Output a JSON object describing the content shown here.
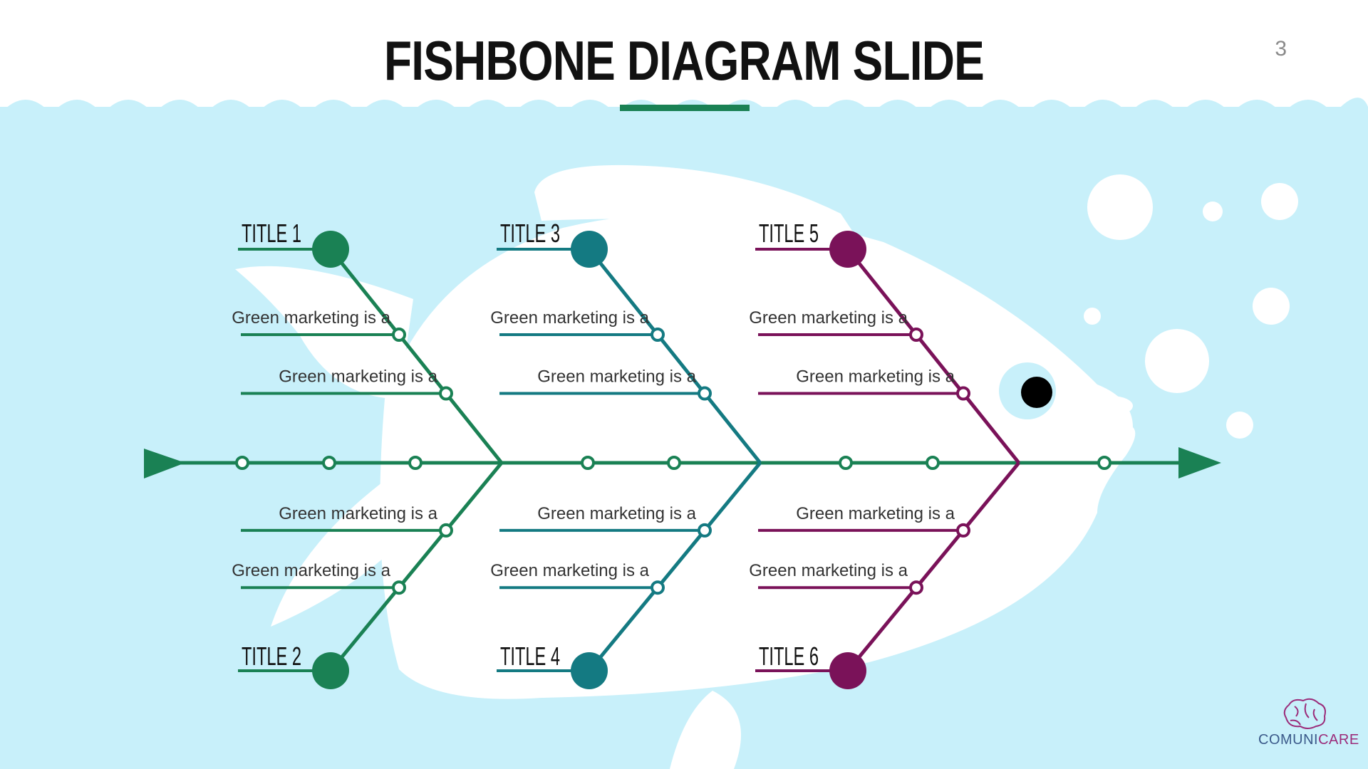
{
  "slide": {
    "title": "FISHBONE DIAGRAM SLIDE",
    "page_number": "3",
    "colors": {
      "water": "#c8f0fa",
      "fish": "#ffffff",
      "spine": "#1a8154",
      "title_underline": "#1a8154",
      "group_green": "#1a8154",
      "group_teal": "#147a82",
      "group_purple": "#7a1259"
    }
  },
  "diagram": {
    "branches": [
      {
        "title": "TITLE 1",
        "color": "#1a8154",
        "items": [
          "Green marketing is a",
          "Green marketing is a"
        ]
      },
      {
        "title": "TITLE 2",
        "color": "#1a8154",
        "items": [
          "Green marketing is a",
          "Green marketing is a"
        ]
      },
      {
        "title": "TITLE 3",
        "color": "#147a82",
        "items": [
          "Green marketing is a",
          "Green marketing is a"
        ]
      },
      {
        "title": "TITLE 4",
        "color": "#147a82",
        "items": [
          "Green marketing is a",
          "Green marketing is a"
        ]
      },
      {
        "title": "TITLE 5",
        "color": "#7a1259",
        "items": [
          "Green marketing is a",
          "Green marketing is a"
        ]
      },
      {
        "title": "TITLE 6",
        "color": "#7a1259",
        "items": [
          "Green marketing is a",
          "Green marketing is a"
        ]
      }
    ]
  },
  "logo": {
    "name_part1": "COMUNI",
    "name_part2": "CARE",
    "icon": "brain-icon"
  }
}
